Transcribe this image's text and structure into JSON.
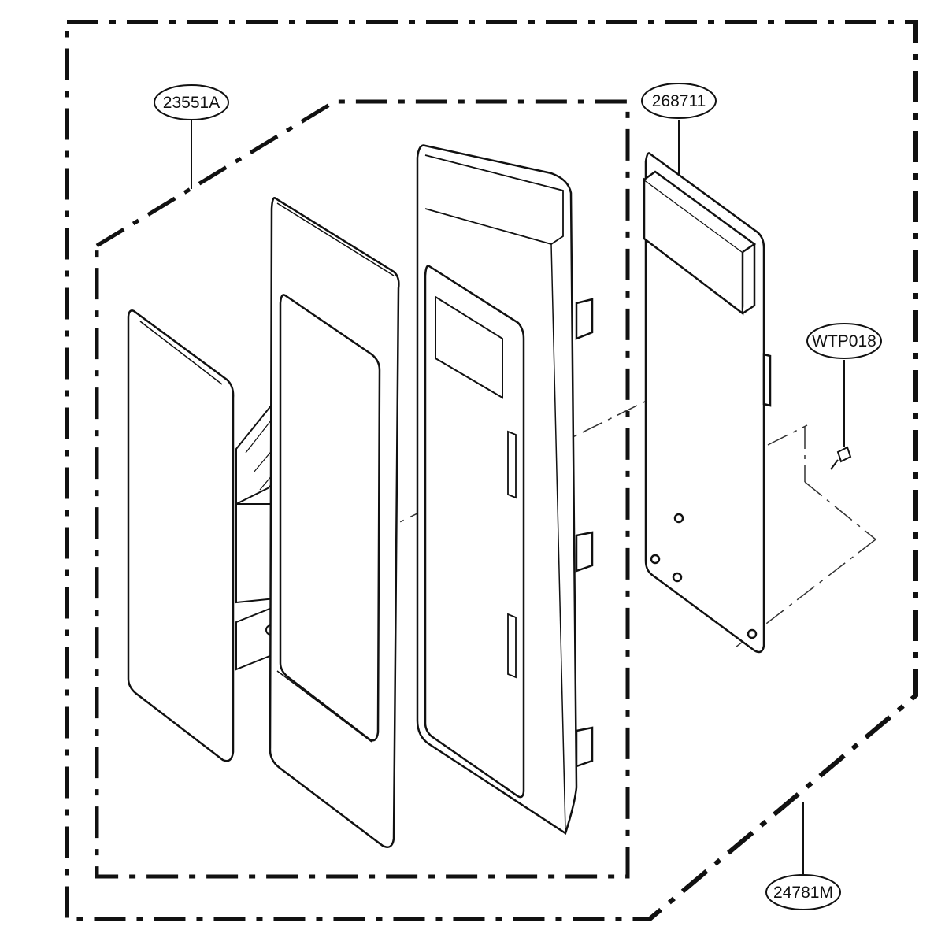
{
  "diagram": {
    "callouts": {
      "outer_assembly": "24781M",
      "inner_assembly": "23551A",
      "control_panel": "268711",
      "screw": "WTP018"
    }
  }
}
